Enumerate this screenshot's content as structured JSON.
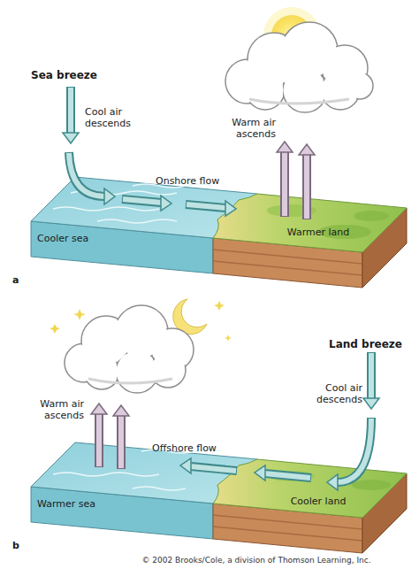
{
  "diagram": {
    "labels": [
      "Sea breeze",
      "Cool air descends",
      "Onshore flow",
      "Warm air ascends",
      "Warmer land",
      "Cooler sea",
      "a",
      "Land breeze",
      "Warm air ascends",
      "Cool air descends",
      "Offshore flow",
      "Cooler land",
      "Warmer sea",
      "b",
      "© 2002 Brooks/Cole, a division of Thomson Learning, Inc."
    ]
  }
}
